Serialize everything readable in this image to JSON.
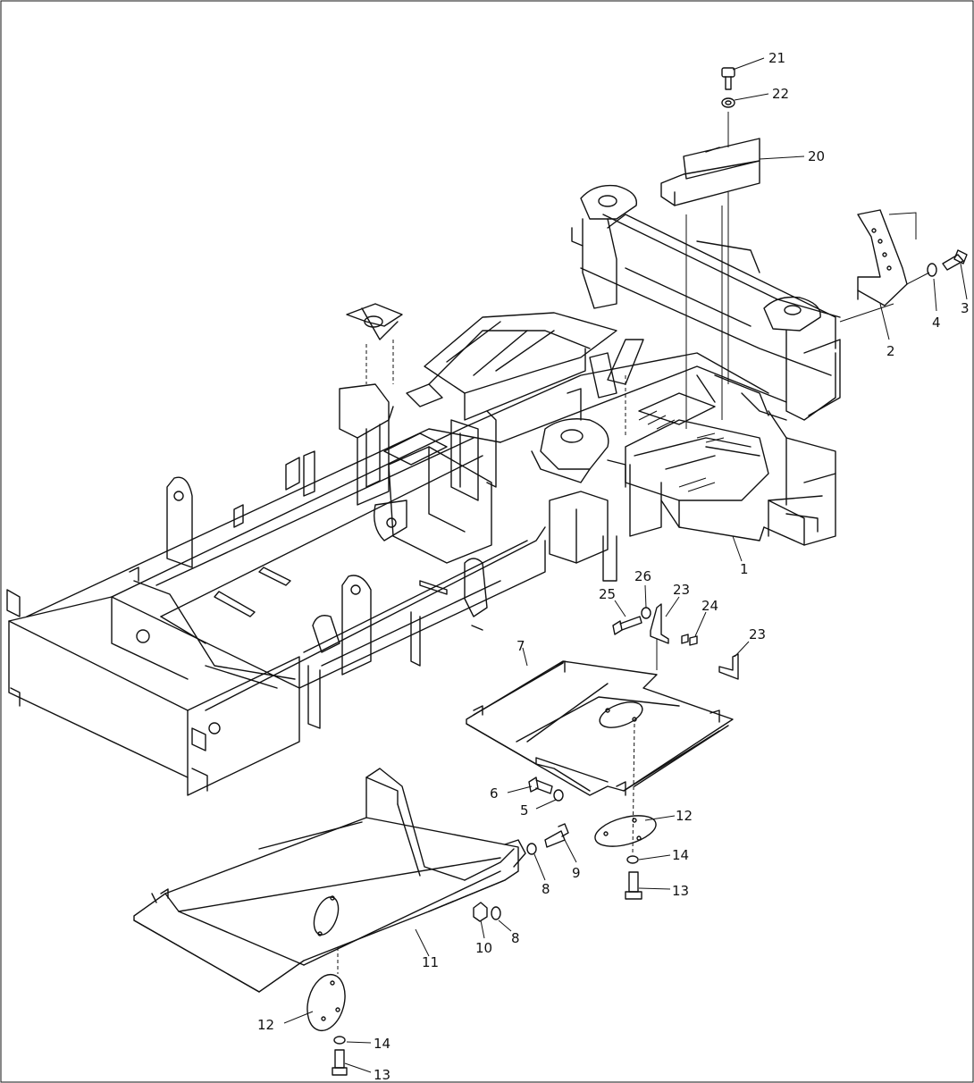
{
  "callouts": [
    {
      "id": "c1",
      "label": "1"
    },
    {
      "id": "c2",
      "label": "2"
    },
    {
      "id": "c3",
      "label": "3"
    },
    {
      "id": "c4",
      "label": "4"
    },
    {
      "id": "c5",
      "label": "5"
    },
    {
      "id": "c6",
      "label": "6"
    },
    {
      "id": "c7",
      "label": "7"
    },
    {
      "id": "c8a",
      "label": "8"
    },
    {
      "id": "c8b",
      "label": "8"
    },
    {
      "id": "c9",
      "label": "9"
    },
    {
      "id": "c10",
      "label": "10"
    },
    {
      "id": "c11",
      "label": "11"
    },
    {
      "id": "c12a",
      "label": "12"
    },
    {
      "id": "c12b",
      "label": "12"
    },
    {
      "id": "c13a",
      "label": "13"
    },
    {
      "id": "c13b",
      "label": "13"
    },
    {
      "id": "c14a",
      "label": "14"
    },
    {
      "id": "c14b",
      "label": "14"
    },
    {
      "id": "c20",
      "label": "20"
    },
    {
      "id": "c21",
      "label": "21"
    },
    {
      "id": "c22",
      "label": "22"
    },
    {
      "id": "c23a",
      "label": "23"
    },
    {
      "id": "c23b",
      "label": "23"
    },
    {
      "id": "c24",
      "label": "24"
    },
    {
      "id": "c25",
      "label": "25"
    },
    {
      "id": "c26",
      "label": "26"
    }
  ]
}
